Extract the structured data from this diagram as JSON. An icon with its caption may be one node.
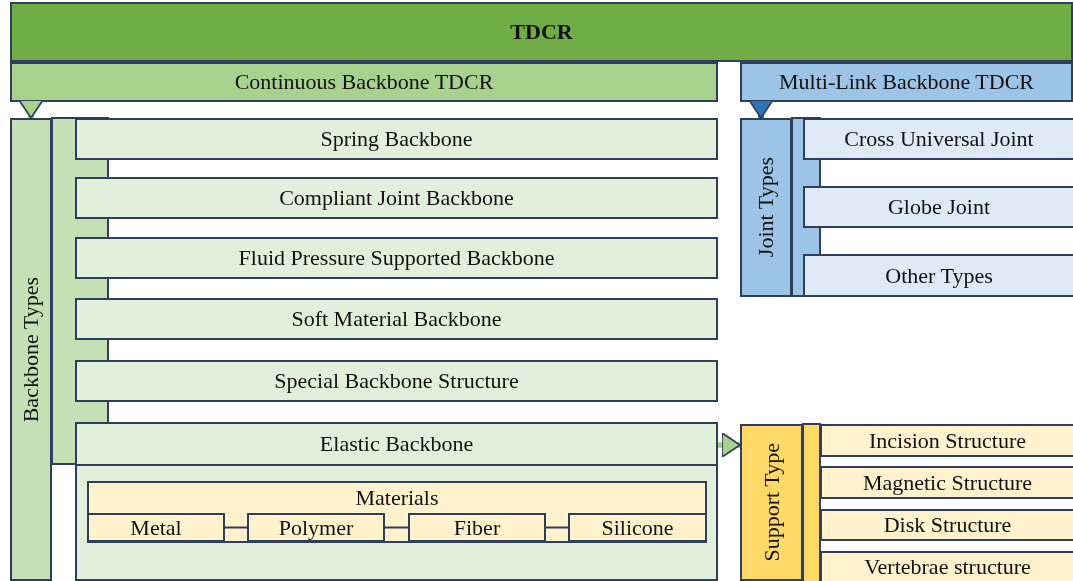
{
  "diagram": {
    "nodes": [
      {
        "text": [
          "TDCR"
        ]
      },
      {
        "text": [
          "Continuous Backbone TDCR"
        ]
      },
      {
        "text": [
          "Multi-Link Backbone TDCR"
        ]
      },
      {
        "text": [
          "Backbone Types"
        ]
      },
      {
        "text": [
          "Spring Backbone"
        ]
      },
      {
        "text": [
          "Compliant Joint Backbone"
        ]
      },
      {
        "text": [
          "Fluid Pressure Supported Backbone"
        ]
      },
      {
        "text": [
          "Soft Material Backbone"
        ]
      },
      {
        "text": [
          "Special Backbone Structure"
        ]
      },
      {
        "text": [
          "Elastic Backbone"
        ]
      },
      {
        "text": [
          "Materials"
        ],
        "in": 9
      },
      {
        "text": [
          "Metal"
        ],
        "in": 10
      },
      {
        "text": [
          "Polymer"
        ],
        "in": 10
      },
      {
        "text": [
          "Fiber"
        ],
        "in": 10
      },
      {
        "text": [
          "Silicone"
        ],
        "in": 10
      },
      {
        "text": [
          "Joint Types"
        ]
      },
      {
        "text": [
          "Cross Universal Joint"
        ]
      },
      {
        "text": [
          "Globe Joint"
        ]
      },
      {
        "text": [
          "Other Types"
        ]
      },
      {
        "text": [
          "Support Type"
        ]
      },
      {
        "text": [
          "Incision Structure"
        ]
      },
      {
        "text": [
          "Magnetic Structure"
        ]
      },
      {
        "text": [
          "Disk Structure"
        ]
      },
      {
        "text": [
          "Vertebrae structure"
        ]
      }
    ],
    "edges": [
      {
        "from": 1,
        "to": 3,
        "arrow": "to",
        "style": "thick",
        "color": "#a9d18e"
      },
      {
        "from": 2,
        "to": 15,
        "arrow": "to",
        "style": "thick",
        "color": "#2e75b6"
      },
      {
        "from": 9,
        "to": 19,
        "arrow": "to",
        "style": "thick",
        "color": "#a9d18e"
      },
      {
        "from": 11,
        "to": 12,
        "arrow": "none",
        "color": "#2f3e5c"
      },
      {
        "from": 12,
        "to": 13,
        "arrow": "none",
        "color": "#2f3e5c"
      },
      {
        "from": 13,
        "to": 14,
        "arrow": "none",
        "color": "#2f3e5c"
      },
      {
        "from": 3,
        "to": 4,
        "arrow": "none",
        "style": "thick"
      },
      {
        "from": 3,
        "to": 5,
        "arrow": "none",
        "style": "thick"
      },
      {
        "from": 3,
        "to": 6,
        "arrow": "none",
        "style": "thick"
      },
      {
        "from": 3,
        "to": 7,
        "arrow": "none",
        "style": "thick"
      },
      {
        "from": 3,
        "to": 8,
        "arrow": "none",
        "style": "thick"
      },
      {
        "from": 3,
        "to": 9,
        "arrow": "none",
        "style": "thick"
      },
      {
        "from": 15,
        "to": 16,
        "arrow": "none",
        "style": "thick",
        "color": "#9dc3e6"
      },
      {
        "from": 15,
        "to": 17,
        "arrow": "none",
        "style": "thick",
        "color": "#9dc3e6"
      },
      {
        "from": 15,
        "to": 18,
        "arrow": "none",
        "style": "thick",
        "color": "#9dc3e6"
      },
      {
        "from": 19,
        "to": 20,
        "arrow": "none",
        "style": "thick",
        "color": "#ffd966"
      },
      {
        "from": 19,
        "to": 21,
        "arrow": "none",
        "style": "thick",
        "color": "#ffd966"
      },
      {
        "from": 19,
        "to": 22,
        "arrow": "none",
        "style": "thick",
        "color": "#ffd966"
      },
      {
        "from": 19,
        "to": 23,
        "arrow": "none",
        "style": "thick",
        "color": "#ffd966"
      }
    ]
  }
}
